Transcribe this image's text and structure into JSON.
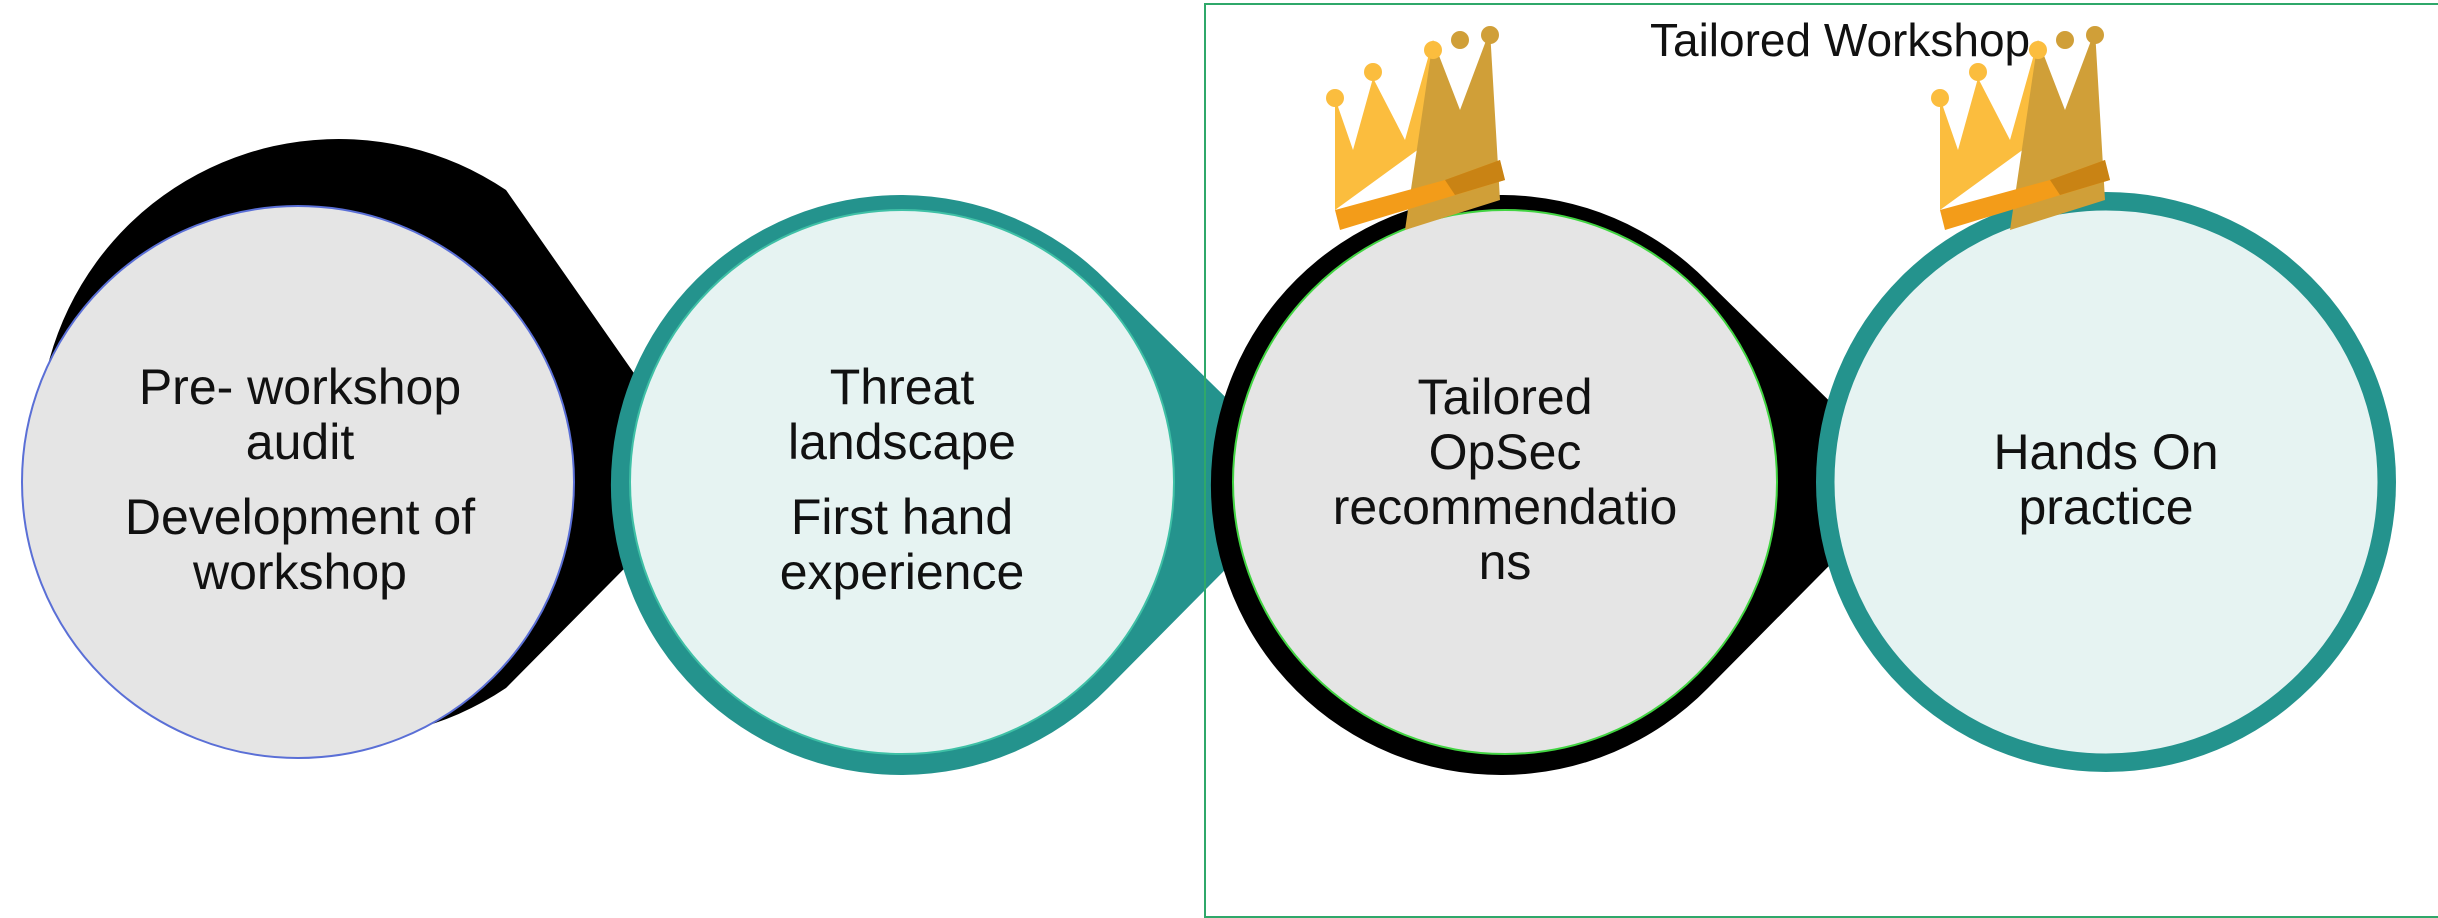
{
  "group": {
    "title": "Tailored Workshop"
  },
  "steps": [
    {
      "lines": [
        "Pre- workshop\naudit",
        "Development of\nworkshop"
      ],
      "colors": {
        "ring": "#000000",
        "fill": "#e5e5e5",
        "inner_border": "#5a6fd6"
      }
    },
    {
      "lines": [
        "Threat\nlandscape",
        "First hand\nexperience"
      ],
      "colors": {
        "ring": "#24938d",
        "fill": "#e6f3f2",
        "inner_border": "#3fc0a6"
      }
    },
    {
      "lines": [
        "Tailored\nOpSec\nrecommendatio\nns"
      ],
      "colors": {
        "ring": "#000000",
        "fill": "#e5e5e5",
        "inner_border": "#42d442"
      }
    },
    {
      "lines": [
        "Hands On\npractice"
      ],
      "colors": {
        "ring": "#24938d",
        "fill": "#e6f3f2",
        "inner_border": "#24938d"
      }
    }
  ],
  "crown_icons": [
    {
      "icon": "crown-icon",
      "colors": {
        "light": "#fbbd3e",
        "dark": "#d09f38",
        "band": "#f39c19",
        "band_dark": "#c98314"
      }
    },
    {
      "icon": "crown-icon",
      "colors": {
        "light": "#fbbd3e",
        "dark": "#d09f38",
        "band": "#f39c19",
        "band_dark": "#c98314"
      }
    }
  ]
}
